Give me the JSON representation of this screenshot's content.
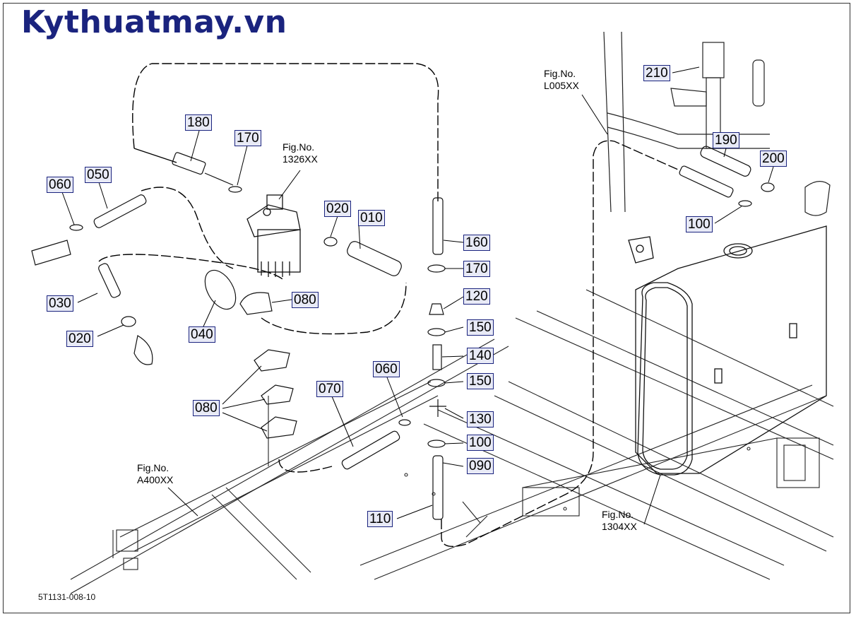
{
  "watermark": "Kythuatmay.vn",
  "footer_code": "5T1131-008-10",
  "fig_refs": [
    {
      "line1": "Fig.No.",
      "line2": "1326XX"
    },
    {
      "line1": "Fig.No.",
      "line2": "L005XX"
    },
    {
      "line1": "Fig.No.",
      "line2": "A400XX"
    },
    {
      "line1": "Fig.No.",
      "line2": "1304XX"
    }
  ],
  "part_labels": {
    "p180": "180",
    "p170a": "170",
    "p060a": "060",
    "p050": "050",
    "p020a": "020",
    "p010": "010",
    "p030": "030",
    "p020b": "020",
    "p040": "040",
    "p080a": "080",
    "p080b": "080",
    "p160": "160",
    "p170b": "170",
    "p120": "120",
    "p150a": "150",
    "p140": "140",
    "p150b": "150",
    "p060b": "060",
    "p070": "070",
    "p130": "130",
    "p100a": "100",
    "p090": "090",
    "p110": "110",
    "p210": "210",
    "p190": "190",
    "p200": "200",
    "p100b": "100"
  },
  "colors": {
    "label_border": "#1a237e",
    "label_fill": "#e8eaf6",
    "watermark": "#1a237e",
    "line": "#000000"
  }
}
